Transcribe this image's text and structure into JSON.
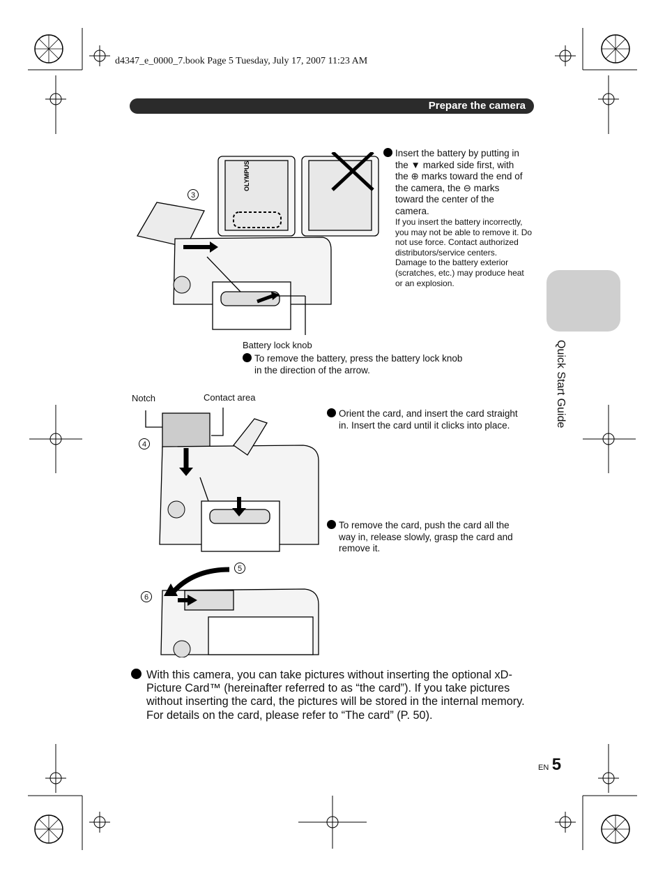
{
  "header": {
    "book_line": "d4347_e_0000_7.book  Page 5  Tuesday, July 17, 2007  11:23 AM"
  },
  "section": {
    "title": "Prepare the camera"
  },
  "side_tab": {
    "label": "Quick Start Guide"
  },
  "battery": {
    "step": "3",
    "brand": "OLYMPUS",
    "instruction_lines": [
      "Insert the battery by putting in",
      "the",
      "marked side first, with",
      "the",
      "marks toward the end of",
      "the camera, the",
      "marks",
      "toward the center of the",
      "camera."
    ],
    "caution": [
      "If you insert the battery incorrectly,",
      "you may not be able to remove it. Do",
      "not use force. Contact authorized",
      "distributors/service centers.",
      "Damage to the battery exterior",
      "(scratches, etc.) may produce heat",
      "or an explosion."
    ],
    "lock_knob_label": "Battery lock knob",
    "remove_lines": [
      "To remove the battery, press the battery lock knob",
      "in the direction of the arrow."
    ]
  },
  "card": {
    "step": "4",
    "notch_label": "Notch",
    "contact_label": "Contact area",
    "insert_lines": [
      "Orient the card, and insert the card straight",
      "in. Insert the card until it clicks into place."
    ],
    "remove_lines": [
      "To remove the card, push the card all the",
      "way in, release slowly, grasp the card and",
      "remove it."
    ]
  },
  "close": {
    "step5": "5",
    "step6": "6"
  },
  "note": {
    "lines": [
      "With this camera, you can take pictures without inserting the optional xD-",
      "Picture Card™ (hereinafter referred to as “the card”). If you take pictures",
      "without inserting the card, the pictures will be stored in the internal memory.",
      "For details on the card, please refer to “The card” (P. 50)."
    ]
  },
  "footer": {
    "lang": "EN",
    "page": "5"
  }
}
